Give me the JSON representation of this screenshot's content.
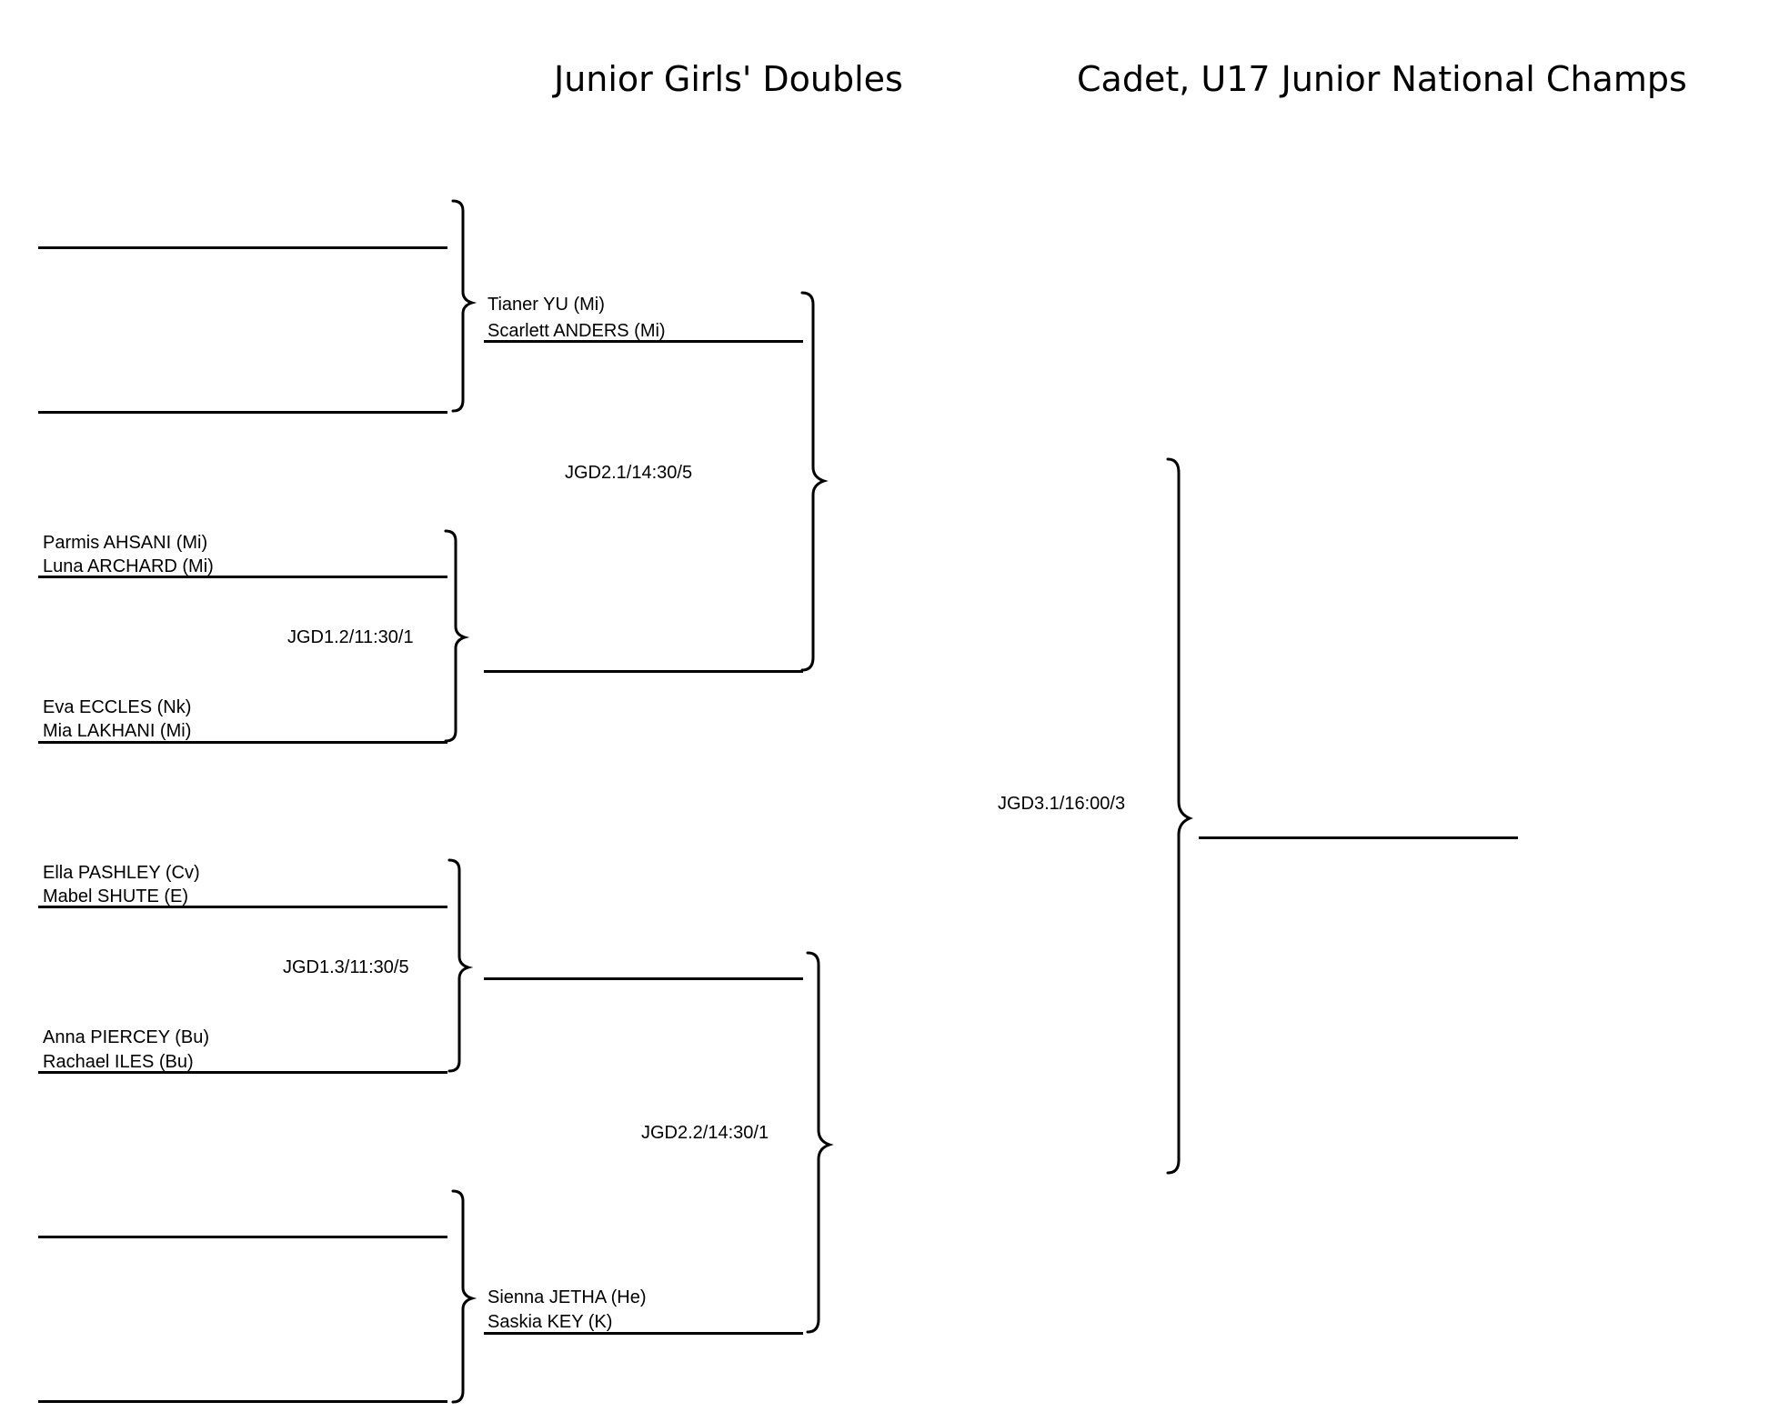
{
  "header": {
    "event_title": "Junior Girls' Doubles",
    "competition_title": "Cadet, U17 Junior National Champs"
  },
  "round1": {
    "slots": [
      {
        "player1": "",
        "player2": ""
      },
      {
        "player1": "",
        "player2": ""
      },
      {
        "player1": "Parmis AHSANI (Mi)",
        "player2": "Luna ARCHARD (Mi)"
      },
      {
        "player1": "Eva ECCLES (Nk)",
        "player2": "Mia LAKHANI (Mi)"
      },
      {
        "player1": "Ella PASHLEY (Cv)",
        "player2": "Mabel SHUTE (E)"
      },
      {
        "player1": "Anna PIERCEY (Bu)",
        "player2": "Rachael ILES (Bu)"
      },
      {
        "player1": "",
        "player2": ""
      },
      {
        "player1": "",
        "player2": ""
      }
    ],
    "matches": [
      "",
      "JGD1.2/11:30/1",
      "JGD1.3/11:30/5",
      ""
    ]
  },
  "round2": {
    "slots": [
      {
        "player1": "Tianer YU (Mi)",
        "player2": "Scarlett ANDERS (Mi)"
      },
      {
        "player1": "",
        "player2": ""
      },
      {
        "player1": "",
        "player2": ""
      },
      {
        "player1": "Sienna JETHA (He)",
        "player2": "Saskia KEY (K)"
      }
    ],
    "matches": [
      "JGD2.1/14:30/5",
      "JGD2.2/14:30/1"
    ]
  },
  "round3": {
    "slots": [
      {
        "player1": "",
        "player2": ""
      },
      {
        "player1": "",
        "player2": ""
      }
    ],
    "matches": [
      "JGD3.1/16:00/3"
    ]
  },
  "final": {
    "winner": ""
  }
}
